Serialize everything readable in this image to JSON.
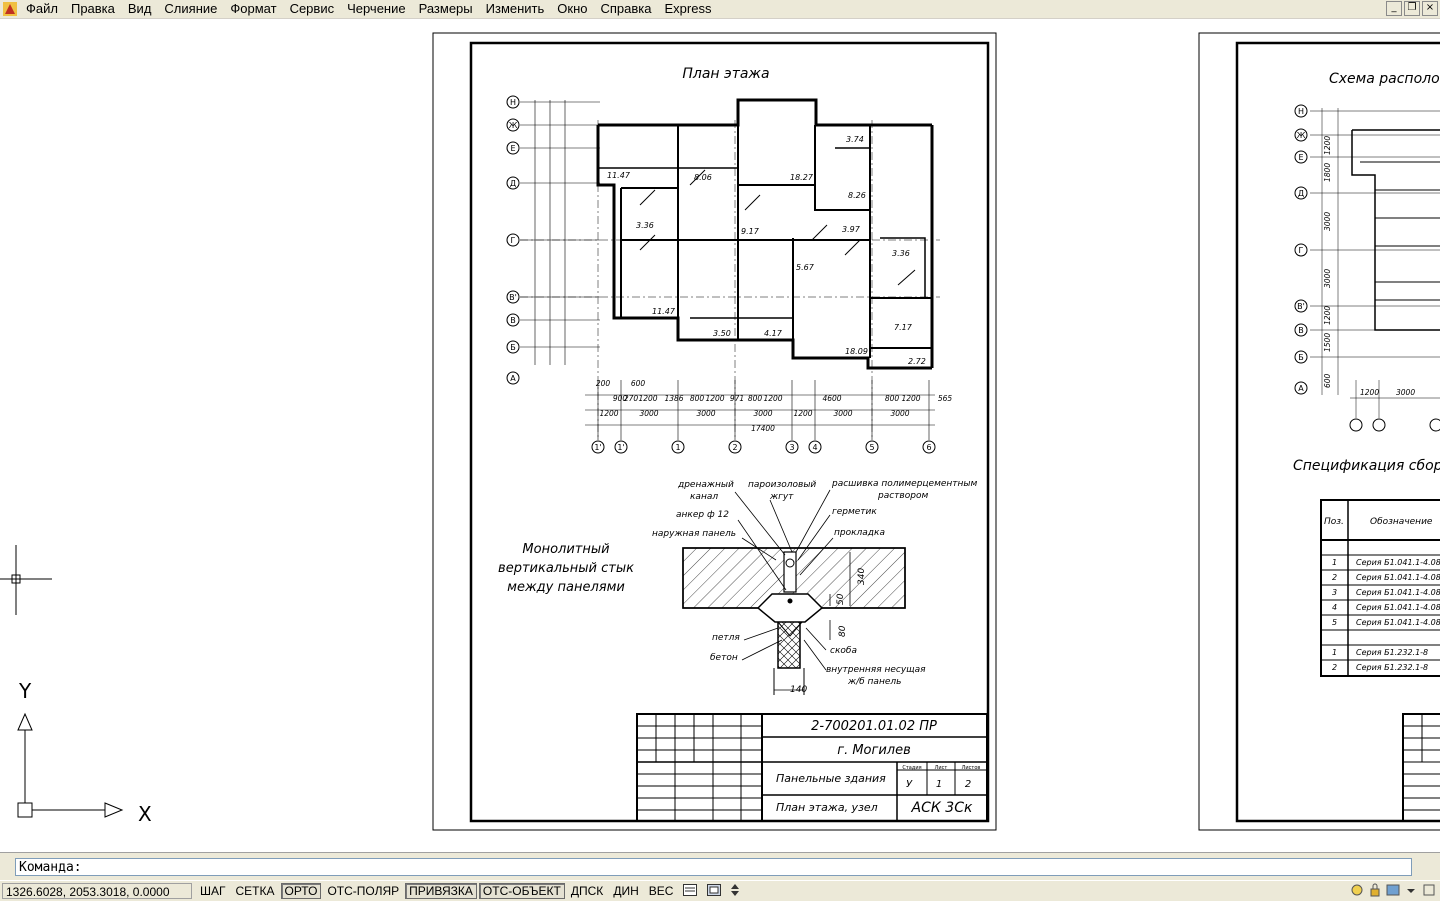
{
  "menu": {
    "items": [
      "Файл",
      "Правка",
      "Вид",
      "Слияние",
      "Формат",
      "Сервис",
      "Черчение",
      "Размеры",
      "Изменить",
      "Окно",
      "Справка",
      "Express"
    ]
  },
  "window_controls": {
    "minimize": "_",
    "restore": "❐",
    "close": "×"
  },
  "sheet1": {
    "plan_title": "План этажа",
    "room_labels": [
      "11.47",
      "8.06",
      "18.27",
      "3.74",
      "8.26",
      "3.36",
      "9.17",
      "3.97",
      "5.67",
      "3.36",
      "7.17",
      "2.72",
      "11.47",
      "3.50",
      "4.17",
      "18.09"
    ],
    "bottom_dims_row1": [
      "200",
      "600",
      "900",
      "270",
      "1200",
      "1386",
      "800",
      "1200",
      "971",
      "800",
      "1200",
      "4600",
      "800",
      "1200",
      "565"
    ],
    "bottom_dims_row2": [
      "1200",
      "3000",
      "3000",
      "3000",
      "1200",
      "3000",
      "3000"
    ],
    "total_dim": "17400",
    "axis_bottom": [
      "1'",
      "1'",
      "1",
      "2",
      "3",
      "4",
      "5",
      "6"
    ],
    "axis_left": [
      "Н",
      "Ж",
      "Е",
      "Д",
      "Г",
      "В'",
      "В",
      "Б",
      "А"
    ],
    "detail_title": [
      "Монолитный",
      "вертикальный стык",
      "между панелями"
    ],
    "detail_labels": {
      "drain": [
        "дренажный",
        "канал"
      ],
      "seal": [
        "пароизоловый",
        "жгут"
      ],
      "grout": [
        "расшивка полимерцементным",
        "раствором"
      ],
      "hermetic": "герметик",
      "anchor": "анкер ф 12",
      "outer_panel": "наружная панель",
      "gasket": "прокладка",
      "loop": "петля",
      "concrete": "бетон",
      "bracket": "скоба",
      "inner_panel": [
        "внутренняя несущая",
        "ж/б панель"
      ],
      "dim_340": "340",
      "dim_50": "50",
      "dim_80": "80",
      "dim_140": "140"
    },
    "title_block": {
      "code": "2-700201.01.02 ПР",
      "city": "г. Могилев",
      "section": "Панельные здания",
      "sheet_name": "План этажа, узел",
      "org": "АСК 3Ск",
      "stage_hdr": "Стадия",
      "sheet_hdr": "Лист",
      "sheets_hdr": "Листов",
      "stage": "У",
      "sheet": "1",
      "sheets": "2"
    }
  },
  "sheet2": {
    "scheme_title": "Схема располо",
    "spec_title": "Спецификация сбор",
    "spec_headers": [
      "Поз.",
      "Обозначение"
    ],
    "spec_rows": [
      [
        "1",
        "Серия Б1.041.1-4.08"
      ],
      [
        "2",
        "Серия Б1.041.1-4.08"
      ],
      [
        "3",
        "Серия Б1.041.1-4.08"
      ],
      [
        "4",
        "Серия Б1.041.1-4.08"
      ],
      [
        "5",
        "Серия Б1.041.1-4.08"
      ],
      [
        "",
        ""
      ],
      [
        "1",
        "Серия Б1.232.1-8"
      ],
      [
        "2",
        "Серия Б1.232.1-8"
      ]
    ],
    "axis_left": [
      "Н",
      "Ж",
      "Е",
      "Д",
      "Г",
      "В'",
      "В",
      "Б",
      "А"
    ],
    "dims": [
      "600",
      "1500",
      "1200",
      "3000",
      "3000",
      "1800",
      "1200",
      "1200",
      "3000"
    ]
  },
  "ucs": {
    "x_label": "X",
    "y_label": "Y"
  },
  "command": {
    "prompt": "Команда:"
  },
  "status": {
    "coords": "1326.6028, 2053.3018, 0.0000",
    "toggles": [
      {
        "label": "ШАГ",
        "on": false
      },
      {
        "label": "СЕТКА",
        "on": false
      },
      {
        "label": "ОРТО",
        "on": true
      },
      {
        "label": "ОТС-ПОЛЯР",
        "on": false
      },
      {
        "label": "ПРИВЯЗКА",
        "on": true
      },
      {
        "label": "ОТС-ОБЪЕКТ",
        "on": true
      },
      {
        "label": "ДПСК",
        "on": false
      },
      {
        "label": "ДИН",
        "on": false
      },
      {
        "label": "ВЕС",
        "on": false
      }
    ]
  },
  "colors": {
    "background": "#ffffff",
    "chrome": "#ece9d8",
    "ink": "#000000"
  }
}
